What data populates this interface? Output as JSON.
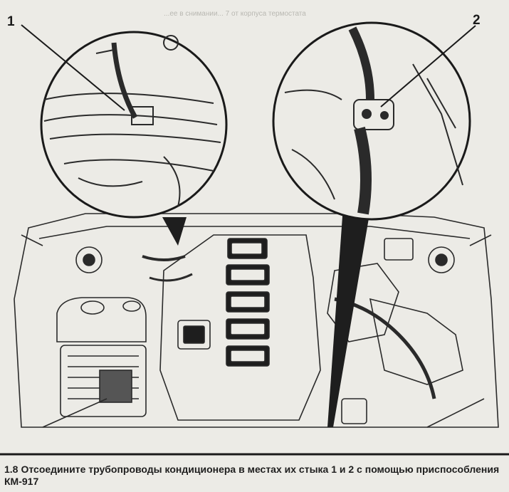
{
  "figure": {
    "callouts": [
      {
        "id": 1,
        "label": "1"
      },
      {
        "id": 2,
        "label": "2"
      }
    ],
    "background_text": "...ее в снимании... 7 от корпуса термостата"
  },
  "caption": {
    "number": "1.8",
    "text": "Отсоедините трубопроводы кондиционера в местах их стыка 1 и 2 с помощью приспособления КМ-917"
  },
  "colors": {
    "paper": "#ecebe6",
    "ink": "#1e1e1e",
    "faint": "#b9b8b2"
  }
}
